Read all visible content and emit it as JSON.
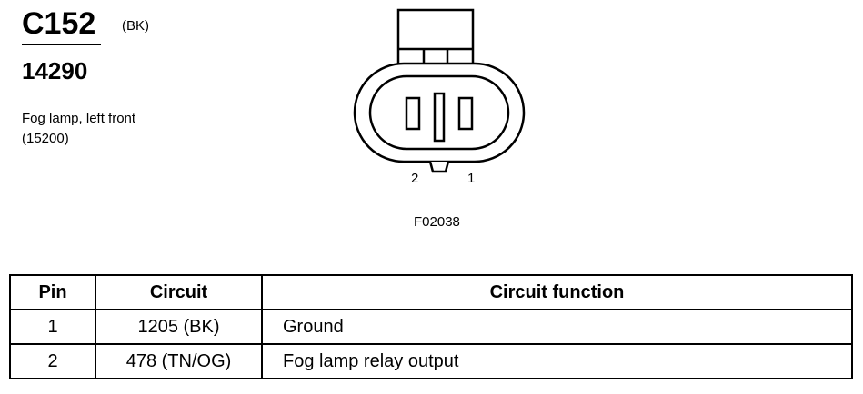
{
  "connector": {
    "id": "C152",
    "color_code": "(BK)",
    "part_number": "14290",
    "description": [
      "Fog lamp, left front",
      "(15200)"
    ]
  },
  "diagram": {
    "pin_labels": [
      "2",
      "1"
    ],
    "figure_id": "F02038"
  },
  "table": {
    "headers": [
      "Pin",
      "Circuit",
      "Circuit function"
    ],
    "rows": [
      {
        "pin": "1",
        "circuit": "1205 (BK)",
        "function": "Ground"
      },
      {
        "pin": "2",
        "circuit": "478 (TN/OG)",
        "function": "Fog lamp relay output"
      }
    ]
  }
}
